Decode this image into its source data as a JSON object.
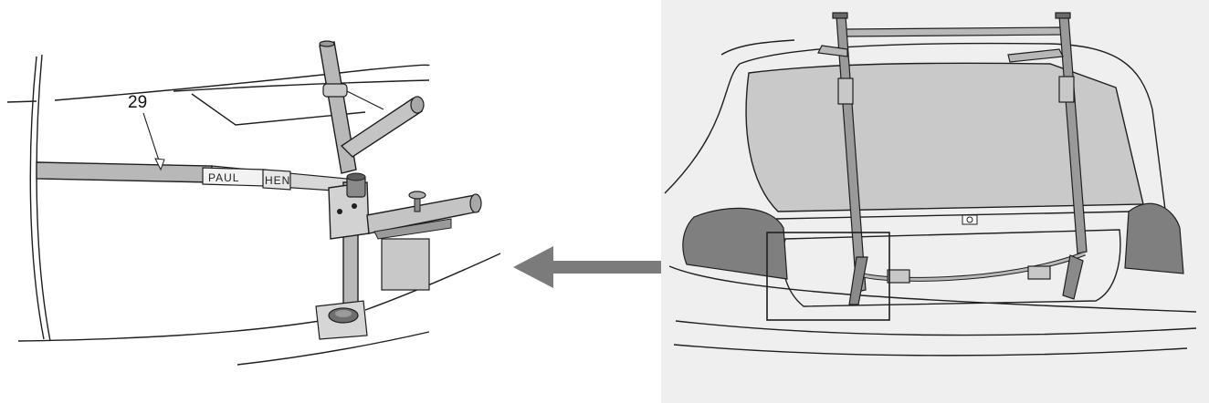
{
  "diagram": {
    "callout_number": "29",
    "strap_text_left": "PAUL",
    "strap_text_right": "HEN",
    "colors": {
      "line": "#1f1f1f",
      "tube_fill": "#b8b8b8",
      "tube_dark": "#7c7c7c",
      "photo_bg": "#efefef",
      "glass": "#c9c9c9",
      "lamp": "#7f7f7f",
      "arrow": "#7b7b7b"
    }
  }
}
